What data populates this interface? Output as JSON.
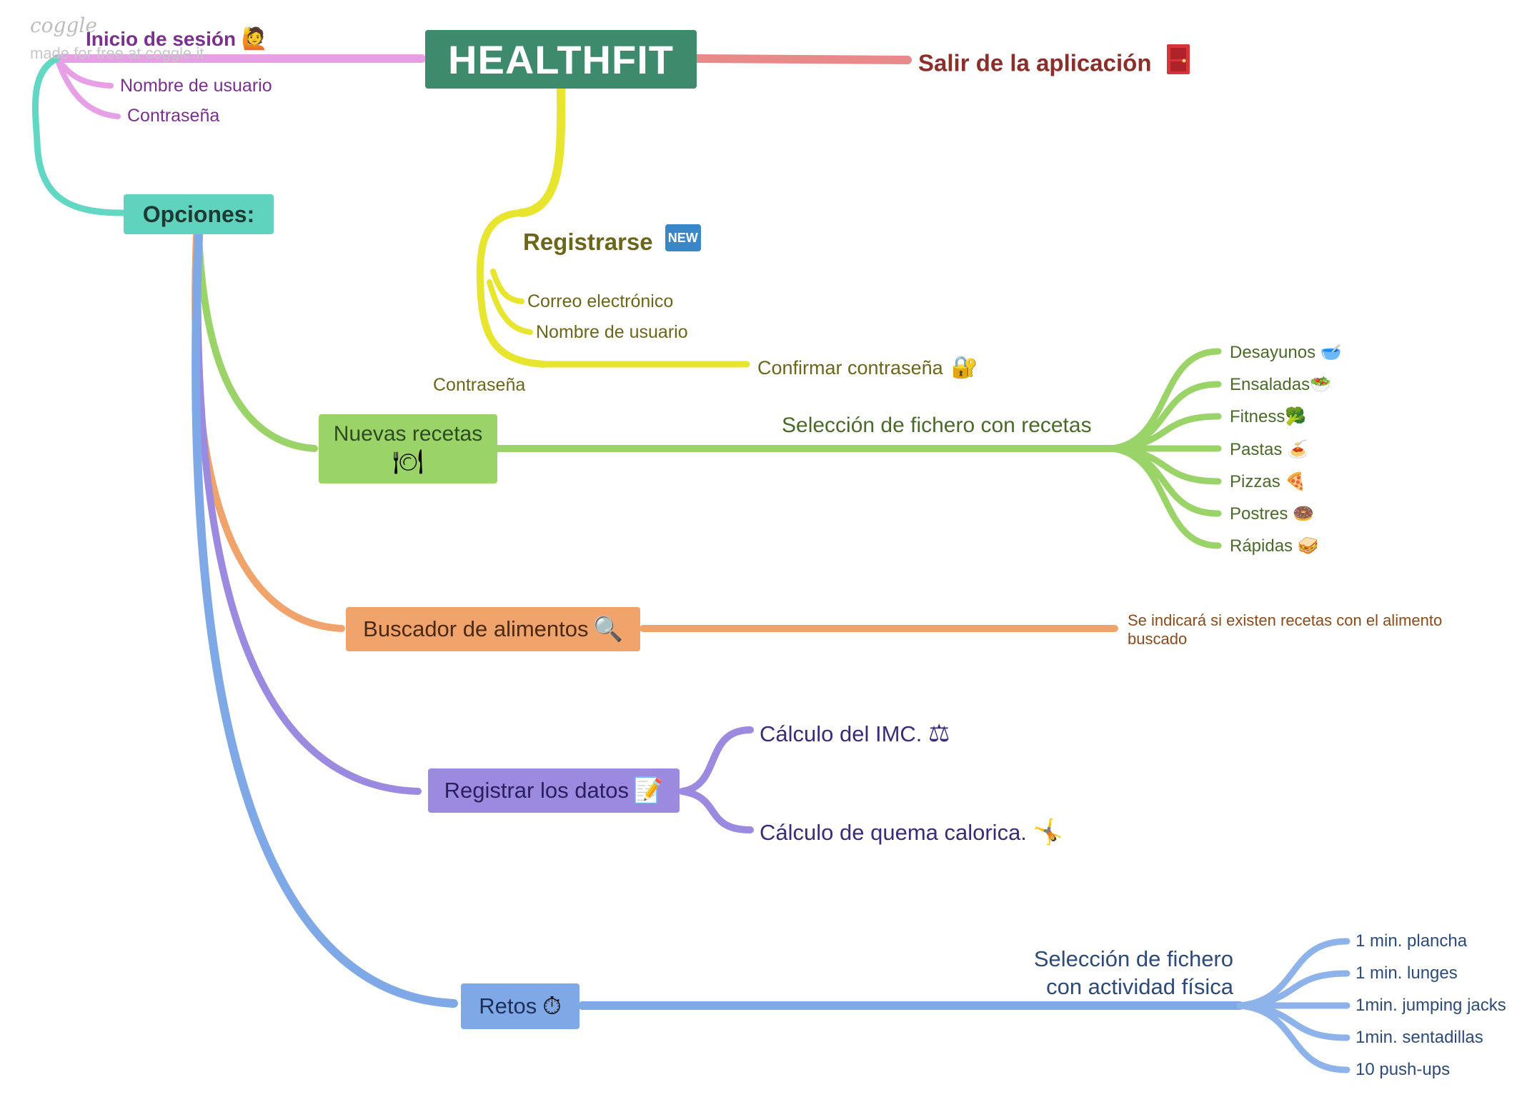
{
  "watermark": {
    "brand": "coggle",
    "note": "made for free at coggle.it"
  },
  "root": {
    "label": "HEALTHFIT",
    "color": "#3e8a6c"
  },
  "login": {
    "title": "Inicio de sesión",
    "icon": "woman-raising-hand-icon",
    "color": "#7b2f8f",
    "items": [
      "Nombre de usuario",
      "Contraseña"
    ]
  },
  "exit": {
    "label": "Salir de la aplicación",
    "icon": "door-icon",
    "color": "#8c2e2a"
  },
  "register": {
    "title": "Registrarse",
    "badge": "NEW",
    "color": "#6b6619",
    "items": [
      "Correo electrónico",
      "Nombre de usuario",
      "Confirmar contraseña",
      "Contraseña"
    ],
    "lock_icon": "lock-key-icon"
  },
  "options": {
    "label": "Opciones:",
    "color": "#5fd3bd"
  },
  "recipes": {
    "label": "Nuevas recetas",
    "icon": "plate-cutlery-icon",
    "color": "#9ad468",
    "branch": "Selección de fichero con recetas",
    "items": [
      {
        "label": "Desayunos",
        "icon": "bowl-icon"
      },
      {
        "label": "Ensaladas",
        "icon": "salad-icon"
      },
      {
        "label": "Fitness",
        "icon": "broccoli-icon"
      },
      {
        "label": "Pastas",
        "icon": "spaghetti-icon"
      },
      {
        "label": "Pizzas",
        "icon": "pizza-icon"
      },
      {
        "label": "Postres",
        "icon": "doughnut-icon"
      },
      {
        "label": "Rápidas",
        "icon": "sandwich-icon"
      }
    ]
  },
  "search": {
    "label": "Buscador de alimentos",
    "icon": "magnifier-icon",
    "color": "#f0a46c",
    "result": "Se indicará si existen recetas con el alimento buscado"
  },
  "data": {
    "label": "Registrar los datos",
    "icon": "memo-icon",
    "color": "#9b8ae0",
    "items": [
      {
        "label": "Cálculo del IMC.",
        "icon": "balance-scale-icon"
      },
      {
        "label": "Cálculo de quema calorica.",
        "icon": "cartwheel-icon"
      }
    ]
  },
  "challenges": {
    "label": "Retos",
    "icon": "stopwatch-icon",
    "color": "#7ea8e6",
    "branch_line1": "Selección de fichero",
    "branch_line2": "con actividad física",
    "items": [
      "1 min. plancha",
      "1 min. lunges",
      "1min. jumping jacks",
      "1min. sentadillas",
      "10 push-ups"
    ]
  }
}
